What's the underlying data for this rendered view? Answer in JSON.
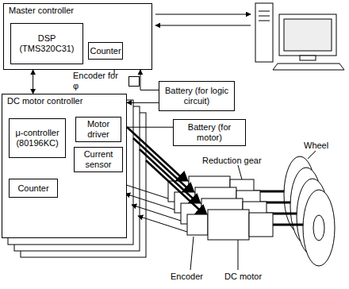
{
  "diagram": {
    "nodes": [
      {
        "text": [
          "Master controller"
        ]
      },
      {
        "text": [
          "DSP (TMS320C31)"
        ],
        "in": 0
      },
      {
        "text": [
          "Counter"
        ],
        "in": 0
      },
      {
        "text": [
          "Encoder for φ"
        ]
      },
      {
        "text": [
          "Battery (for logic circuit)"
        ]
      },
      {
        "text": [
          "DC motor controller"
        ]
      },
      {
        "text": [
          "μ-controller (80196KC)"
        ],
        "in": 5
      },
      {
        "text": [
          "Motor driver"
        ],
        "in": 5
      },
      {
        "text": [
          "Current sensor"
        ],
        "in": 5
      },
      {
        "text": [
          "Counter"
        ],
        "in": 5
      },
      {
        "text": [
          "Battery (for motor)"
        ]
      }
    ],
    "edges": [
      {
        "from": 3,
        "to": 2,
        "arrow": "to"
      },
      {
        "from": 0,
        "to": 5,
        "arrow": "both"
      },
      {
        "from": 4,
        "to": 0,
        "arrow": "to"
      },
      {
        "from": 4,
        "to": 5,
        "arrow": "to"
      },
      {
        "from": 10,
        "to": 7,
        "arrow": "to"
      },
      {
        "from": 6,
        "to": 7,
        "arrow": "to"
      },
      {
        "from": 8,
        "to": 6,
        "arrow": "to"
      },
      {
        "from": 9,
        "to": 6,
        "arrow": "to"
      }
    ],
    "labels": [
      "Reduction gear",
      "Wheel",
      "Encoder",
      "DC motor"
    ]
  }
}
